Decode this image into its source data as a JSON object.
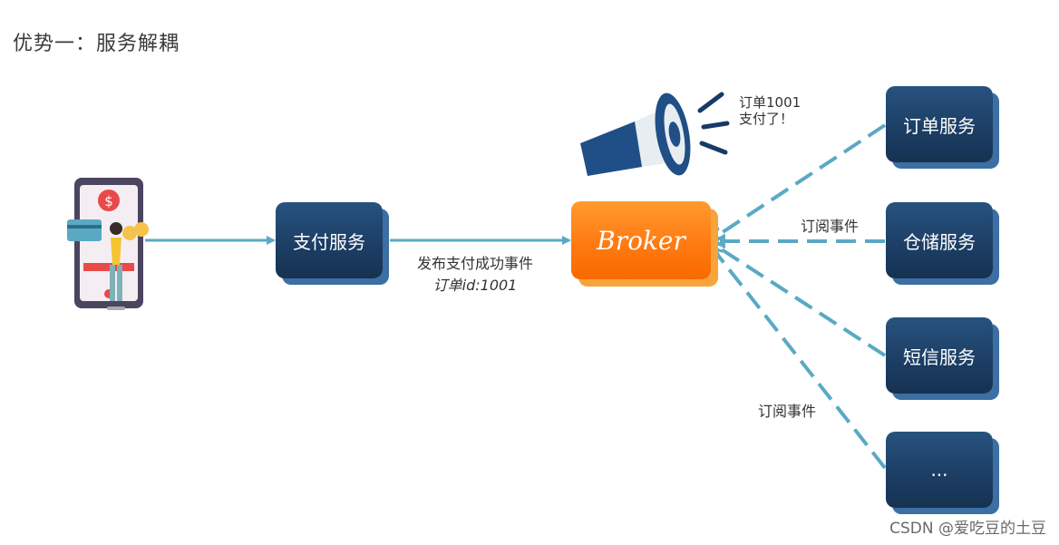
{
  "title": "优势一：服务解耦",
  "payment_service": "支付服务",
  "broker": "Broker",
  "publish_label": {
    "line1": "发布支付成功事件",
    "line2": "订单id:1001"
  },
  "announcement": {
    "line1": "订单1001",
    "line2": "支付了！"
  },
  "subscribe_label_top": "订阅事件",
  "subscribe_label_bottom": "订阅事件",
  "services": {
    "order": "订单服务",
    "storage": "仓储服务",
    "sms": "短信服务",
    "more": "..."
  },
  "watermark": "CSDN @爱吃豆的土豆",
  "colors": {
    "box_blue": "#1c3d63",
    "broker_orange": "#ff7a12",
    "arrow_teal": "#5aa9c4"
  }
}
